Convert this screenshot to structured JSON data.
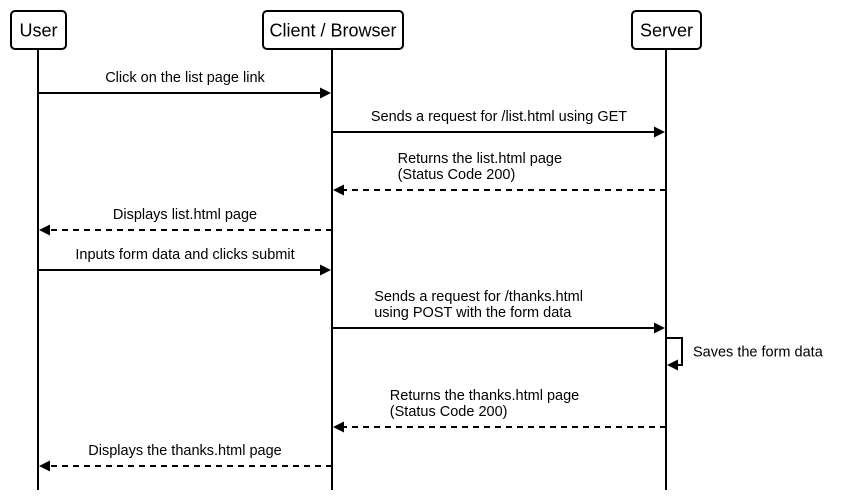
{
  "diagram": {
    "type": "sequence",
    "participants": [
      {
        "id": "user",
        "name": "User"
      },
      {
        "id": "client",
        "name": "Client / Browser"
      },
      {
        "id": "server",
        "name": "Server"
      }
    ],
    "messages": [
      {
        "from": "user",
        "to": "client",
        "style": "solid",
        "lines": [
          "Click on the list page link"
        ]
      },
      {
        "from": "client",
        "to": "server",
        "style": "solid",
        "lines": [
          "Sends a request for /list.html using GET"
        ]
      },
      {
        "from": "server",
        "to": "client",
        "style": "dashed",
        "lines": [
          "Returns the list.html page",
          "(Status Code 200)"
        ]
      },
      {
        "from": "client",
        "to": "user",
        "style": "dashed",
        "lines": [
          "Displays list.html page"
        ]
      },
      {
        "from": "user",
        "to": "client",
        "style": "solid",
        "lines": [
          "Inputs form data and clicks submit"
        ]
      },
      {
        "from": "client",
        "to": "server",
        "style": "solid",
        "lines": [
          "Sends a request for /thanks.html",
          "using POST with the form data"
        ]
      },
      {
        "from": "server",
        "to": "server",
        "style": "solid",
        "lines": [
          "Saves the form data"
        ]
      },
      {
        "from": "server",
        "to": "client",
        "style": "dashed",
        "lines": [
          "Returns the thanks.html page",
          "(Status Code 200)"
        ]
      },
      {
        "from": "client",
        "to": "user",
        "style": "dashed",
        "lines": [
          "Displays the thanks.html page"
        ]
      }
    ]
  }
}
